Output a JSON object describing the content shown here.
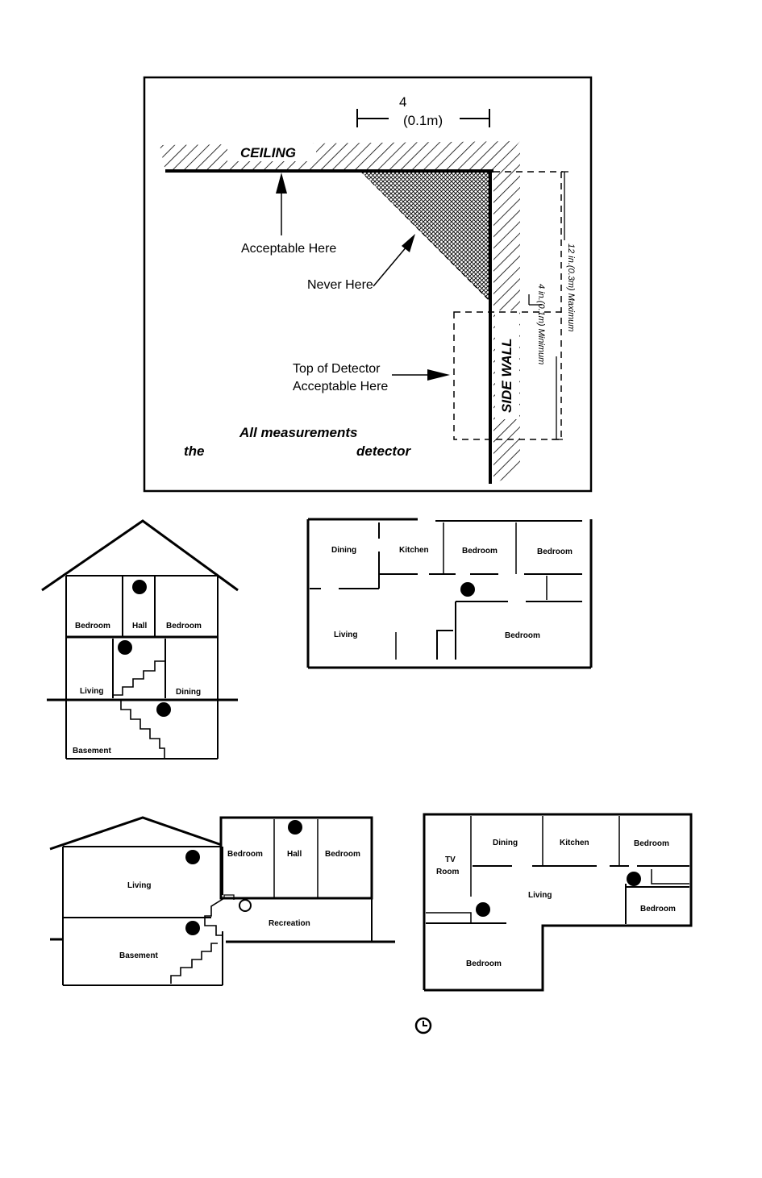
{
  "mounting_diagram": {
    "dimension_top": "4",
    "dimension_top_metric": "(0.1m)",
    "ceiling_label": "CEILING",
    "acceptable_here": "Acceptable Here",
    "never_here": "Never Here",
    "top_of_detector_line1": "Top of Detector",
    "top_of_detector_line2": "Acceptable Here",
    "side_wall": "SIDE WALL",
    "min_label": "4 in.(0.1m) Minimum",
    "max_label": "12 in.(0.3m) Maximum",
    "note_line1": "All measurements",
    "note_line2_a": "the",
    "note_line2_b": "detector"
  },
  "house_two_story": {
    "rooms": {
      "bedroom_left": "Bedroom",
      "hall": "Hall",
      "bedroom_right": "Bedroom",
      "living": "Living",
      "dining": "Dining",
      "basement": "Basement"
    }
  },
  "floor_plan_one": {
    "rooms": {
      "dining": "Dining",
      "kitchen": "Kitchen",
      "bedroom_1": "Bedroom",
      "bedroom_2": "Bedroom",
      "living": "Living",
      "bedroom_3": "Bedroom"
    }
  },
  "house_split_level": {
    "rooms": {
      "bedroom_left": "Bedroom",
      "hall": "Hall",
      "bedroom_right": "Bedroom",
      "living": "Living",
      "recreation": "Recreation",
      "basement": "Basement"
    }
  },
  "floor_plan_two": {
    "rooms": {
      "tv_line1": "TV",
      "tv_line2": "Room",
      "dining": "Dining",
      "kitchen": "Kitchen",
      "bedroom_1": "Bedroom",
      "living": "Living",
      "bedroom_2": "Bedroom",
      "bedroom_3": "Bedroom"
    }
  }
}
